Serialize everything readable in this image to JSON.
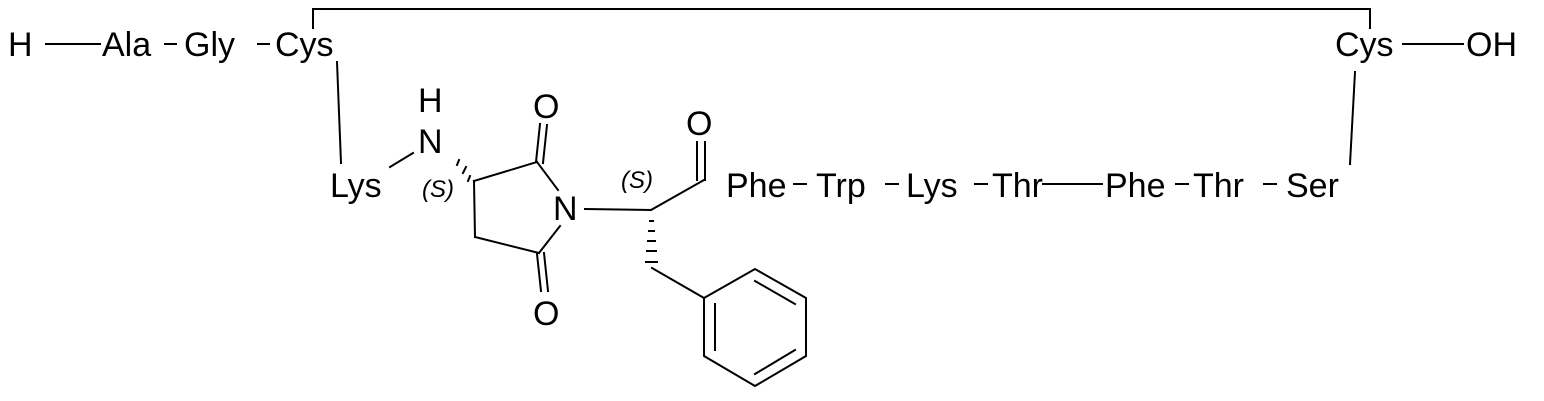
{
  "colors": {
    "ink": "#000000",
    "background": "#ffffff"
  },
  "labels": {
    "h_terminus": "H",
    "ala": "Ala",
    "gly": "Gly",
    "cys_left": "Cys",
    "cys_right": "Cys",
    "oh_terminus": "OH",
    "lys_side": "Lys",
    "nh_n": "N",
    "nh_h": "H",
    "oxygen_top_ring": "O",
    "ring_n": "N",
    "oxygen_bottom_ring": "O",
    "oxygen_carbonyl": "O",
    "phe1": "Phe",
    "trp": "Trp",
    "lys_chain": "Lys",
    "thr1": "Thr",
    "phe2": "Phe",
    "thr2": "Thr",
    "ser": "Ser"
  },
  "stereo": {
    "left": "(S)",
    "right": "(S)"
  }
}
